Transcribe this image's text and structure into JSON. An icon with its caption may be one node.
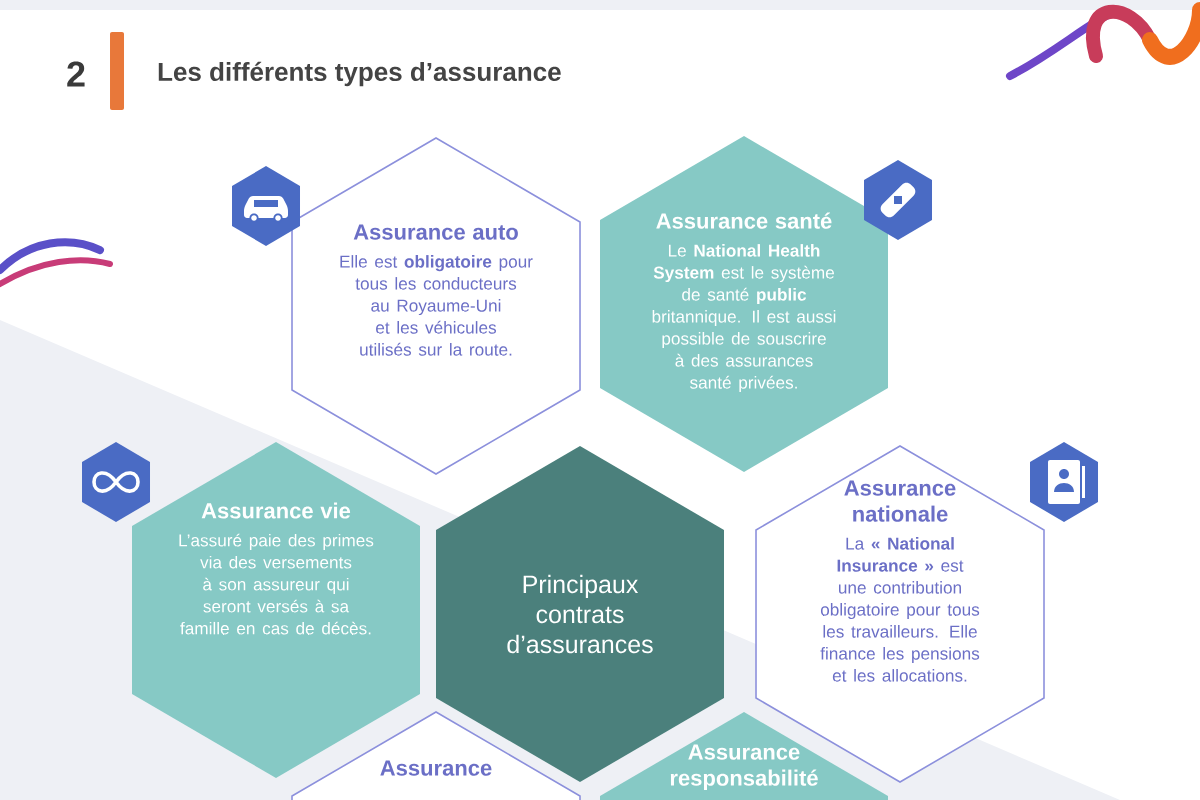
{
  "diagram": {
    "title": "Les différents types d’assurance",
    "nodes": [
      {
        "text": [
          "Assurance auto",
          "Elle est **obligatoire** pour tous les conducteurs au Royaume-Uni et les véhicules utilisés sur la route."
        ]
      },
      {
        "text": [
          "Assurance santé",
          "Le **National Health System** est le système de santé **public** britannique. Il est aussi possible de souscrire à des assurances santé privées."
        ]
      },
      {
        "text": [
          "Assurance vie",
          "L’assuré paie des primes via des versements à son assureur qui seront versés à sa famille en cas de décès."
        ]
      },
      {
        "text": [
          "Principaux contrats d’assurances"
        ]
      },
      {
        "text": [
          "Assurance nationale",
          "La **« National Insurance »** est une contribution obligatoire pour tous les travailleurs. Elle finance les pensions et les allocations."
        ]
      },
      {
        "text": [
          "Assurance"
        ]
      },
      {
        "text": [
          "Assurance responsabilité"
        ]
      }
    ],
    "labels": [
      "2"
    ]
  }
}
